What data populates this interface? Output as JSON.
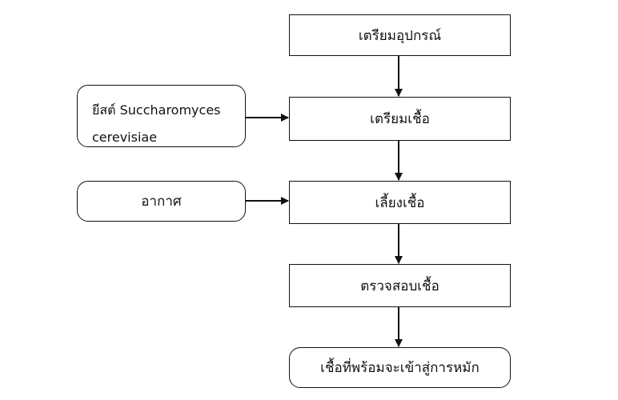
{
  "nodes": {
    "prepare_equipment": "เตรียมอุปกรณ์",
    "prepare_culture": "เตรียมเชื้อ",
    "cultivate_culture": "เลี้ยงเชื้อ",
    "inspect_culture": "ตรวจสอบเชื้อ",
    "ready_for_fermentation": "เชื้อที่พร้อมจะเข้าสู่การหมัก",
    "yeast_line1": "ยีสต์ Succharomyces",
    "yeast_line2": "cerevisiae",
    "air": "อากาศ"
  },
  "colors": {
    "stroke": "#111111",
    "background": "#ffffff"
  }
}
